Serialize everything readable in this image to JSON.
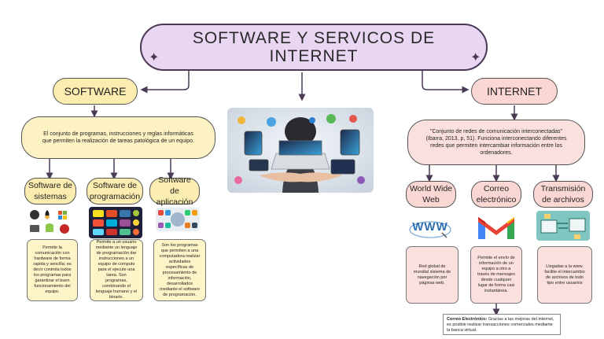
{
  "title": "SOFTWARE Y SERVICOS DE INTERNET",
  "software": {
    "header": "SOFTWARE",
    "description": "El conjunto de programas, instrucciones y reglas informáticas que permiten la realización de tareas patológica de un equipo.",
    "categories": [
      {
        "label": "Software de sistemas",
        "detail": "Permite la comunicación con hardware de forma rapida y sencilla; es decir controla todos los programas para garantizar el buen funcionamiento del equipo."
      },
      {
        "label": "Software de programación",
        "detail": "Permite a un usuario mediante un lenguaje de programación dar instrucciones a un equipo de computo para el ejecute una tarea. Son programas, combinando el lenguaje humano y el binario."
      },
      {
        "label": "Software de aplicación",
        "detail": "Son los programas que permiten a una computadora realizar actividades específicas de procesamiento de información, desarrollados mediante el software de programación."
      }
    ]
  },
  "internet": {
    "header": "INTERNET",
    "description": "\"Conjunto de redes de comunicación interconectadas\" (Ibarra, 2013, p, 51). Funciona interconectando diferentes redes que permiten intercambiar información entre los ordenadores.",
    "categories": [
      {
        "label": "World Wide Web",
        "icon_text": "WWW",
        "detail": "Red global de mundial sistema de navegación por páginas web."
      },
      {
        "label": "Correo electrónico",
        "detail": "Permite el envío de información de un equipo a otro a través de mensajes desde cualquier lugar de forma casi instantánea."
      },
      {
        "label": "Transmisión de archivos",
        "detail": "Llegadas a la www. facilite el intercambio de archivos de todo tipo entre usuarios"
      }
    ],
    "note_bold": "Correo Electrónico:",
    "note_text": " Gracias a las mejoras del internet, es posible realizar transacciones comerciales mediante la banca virtual."
  },
  "colors": {
    "title_bg": "#e9d6f3",
    "outline": "#4b3a55",
    "software_yellow": "#fbecb0",
    "internet_pink": "#fbd7d4",
    "arrow": "#4b3a55"
  },
  "icons": [
    "sparkle-icon",
    "os-logos-icon",
    "programming-languages-icon",
    "application-icons",
    "www-icon",
    "gmail-icon",
    "file-transfer-icon"
  ]
}
